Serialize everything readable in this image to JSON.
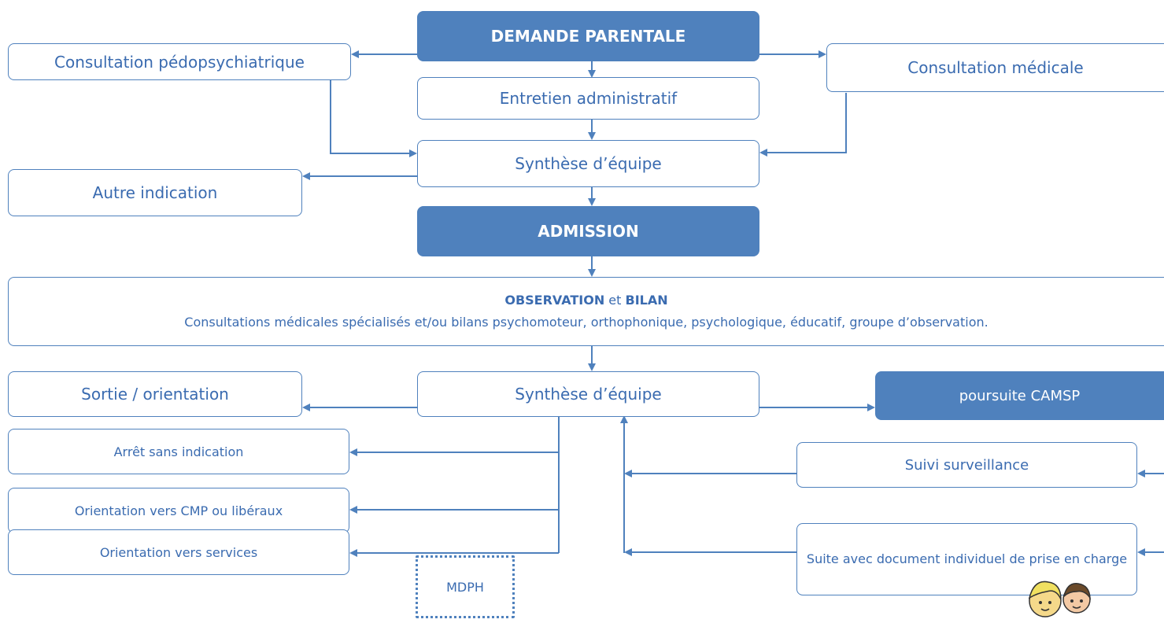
{
  "nodes": {
    "demande": "DEMANDE PARENTALE",
    "consult_pedo": "Consultation pédopsychiatrique",
    "consult_med": "Consultation médicale",
    "entretien": "Entretien administratif",
    "synthese1": "Synthèse d’équipe",
    "autre": "Autre indication",
    "admission": "ADMISSION",
    "observation_title_a": "OBSERVATION",
    "observation_title_mid": " et ",
    "observation_title_b": "BILAN",
    "observation_text": "Consultations médicales spécialisés et/ou bilans psychomoteur, orthophonique, psychologique, éducatif, groupe d’observation.",
    "sortie": "Sortie / orientation",
    "synthese2": "Synthèse d’équipe",
    "poursuite": "poursuite CAMSP",
    "arret": "Arrêt sans indication",
    "orient_cmp": "Orientation vers CMP ou libéraux",
    "orient_services": "Orientation vers services",
    "suivi": "Suivi surveillance",
    "suite_doc": "Suite avec document individuel de prise en charge",
    "mdph": "MDPH"
  },
  "colors": {
    "accent": "#4f81bd",
    "text": "#3a6bb0",
    "filled_text": "#ffffff"
  },
  "icons": [
    "people-illustration"
  ]
}
